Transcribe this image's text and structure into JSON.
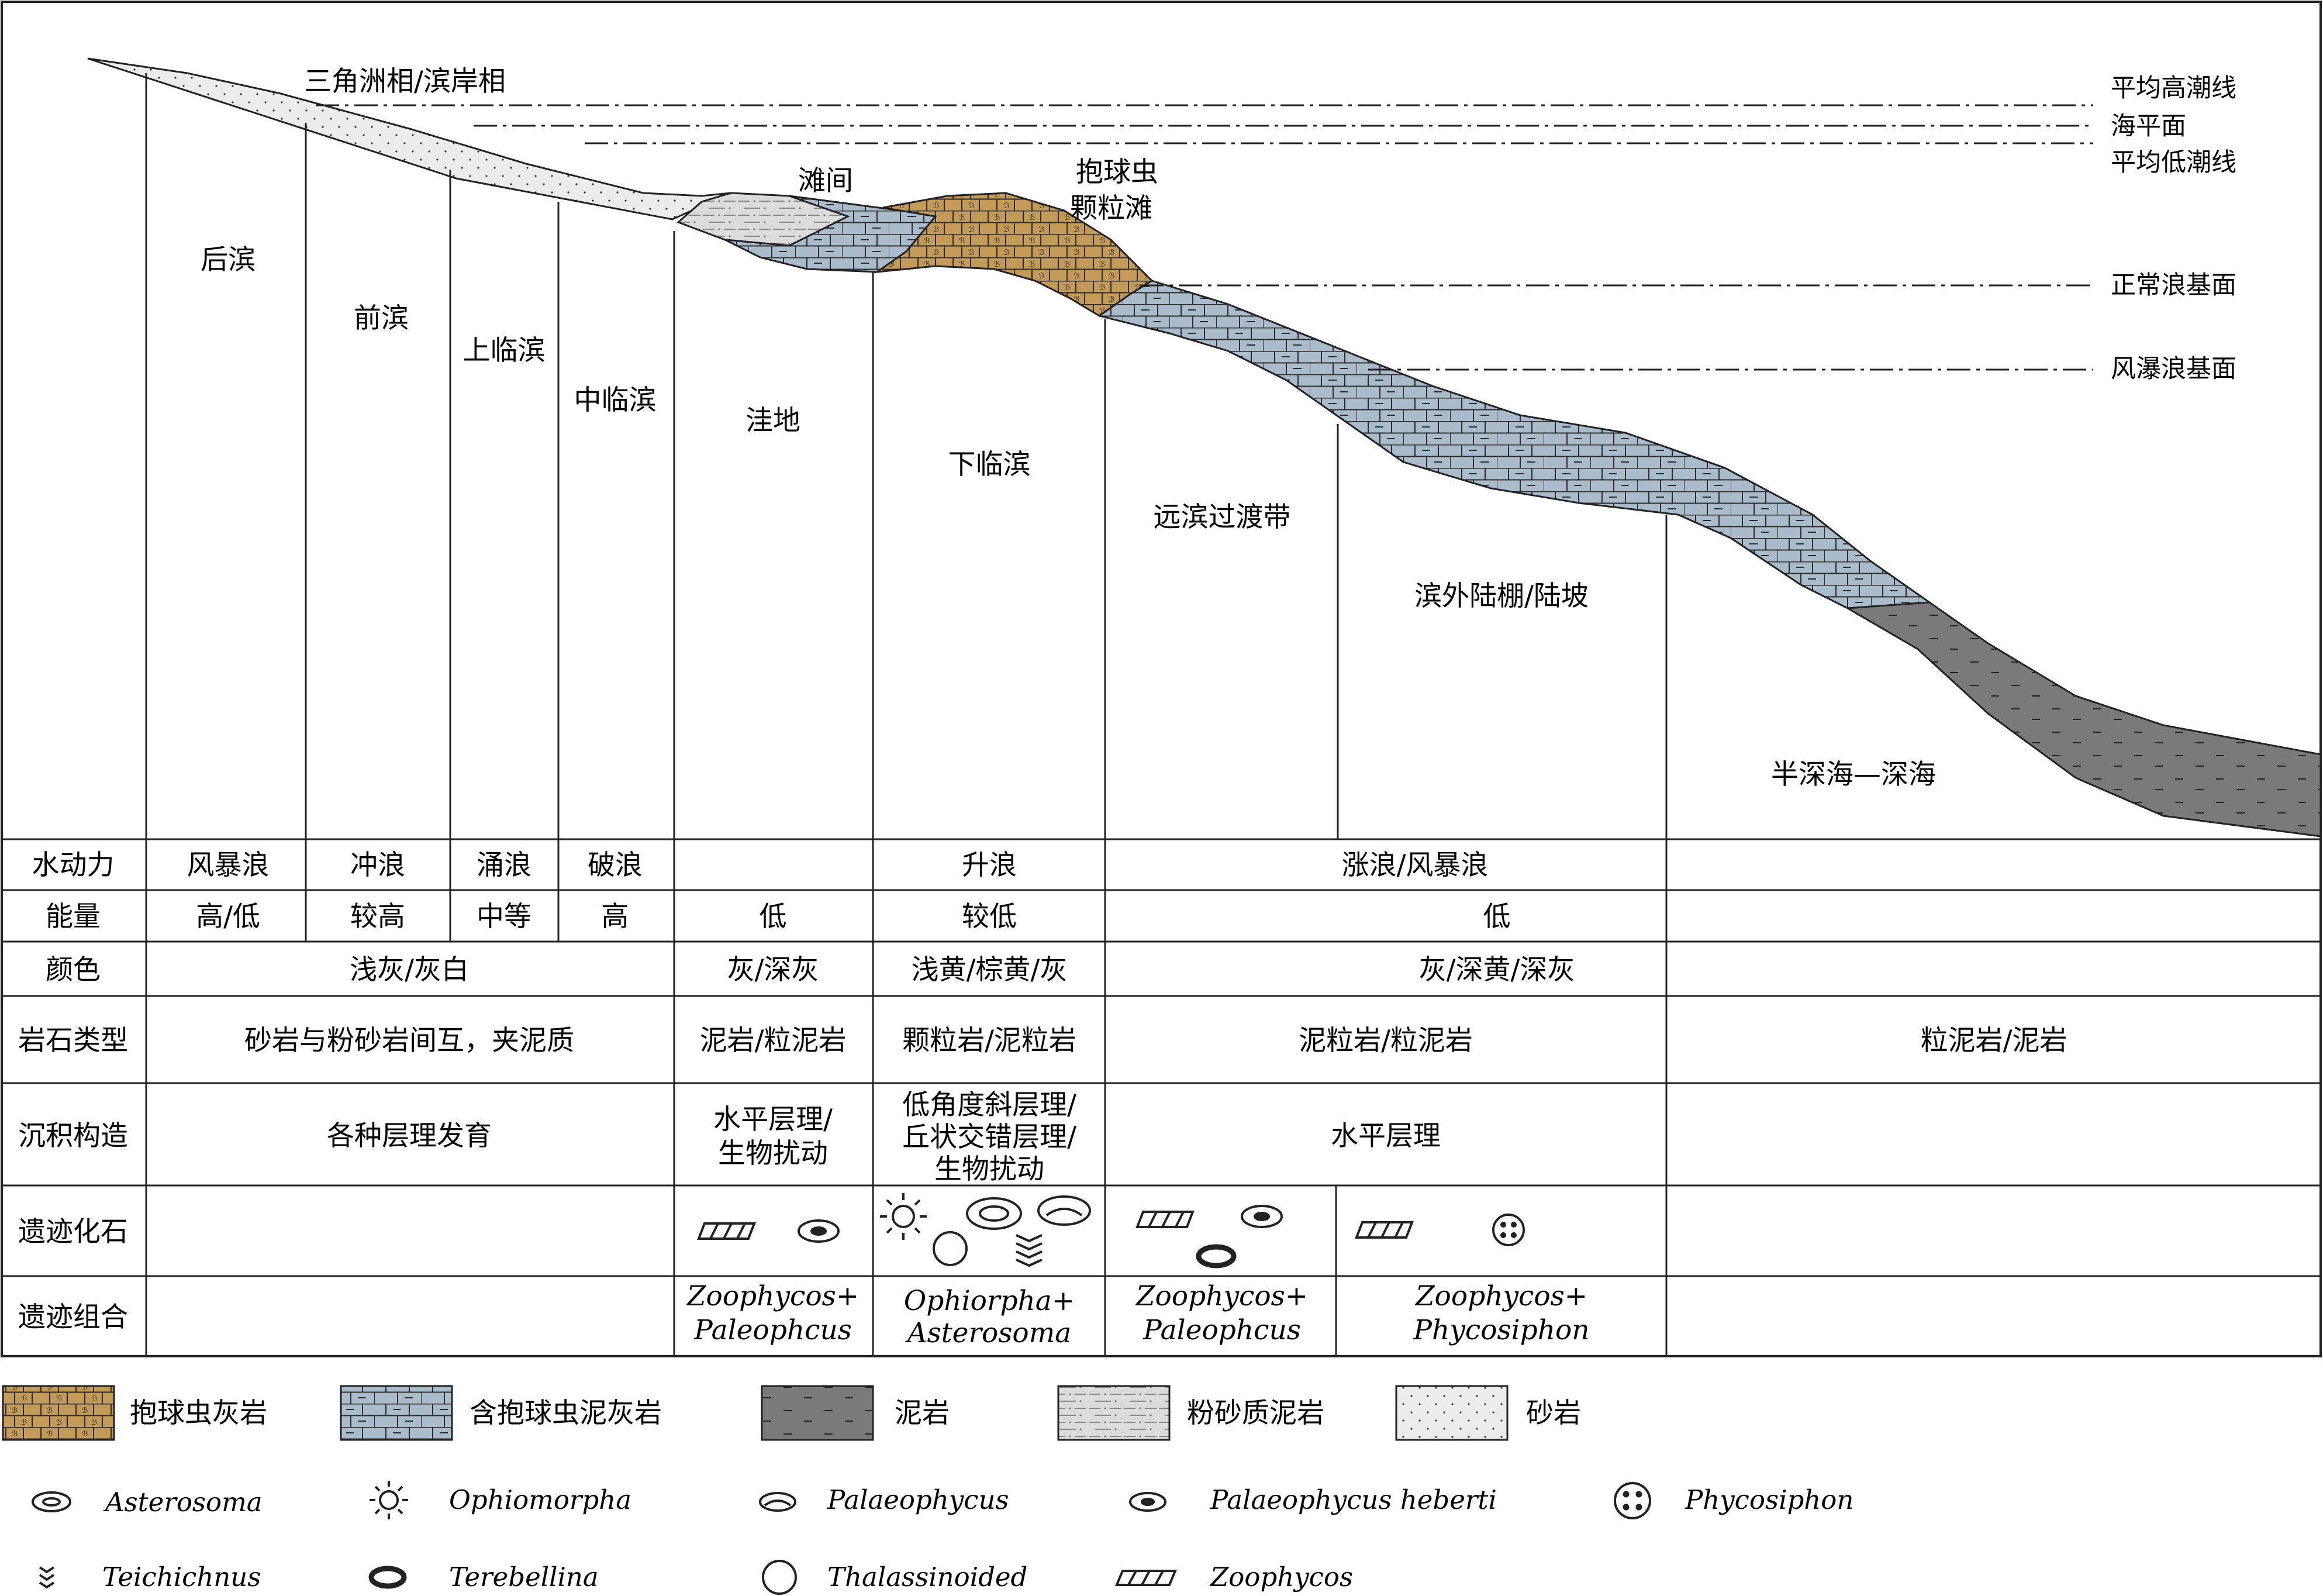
{
  "profile": {
    "facies_label": "三角洲相/滨岸相",
    "shoal_label_1": "滩间",
    "shoal_label_2a": "抱球虫",
    "shoal_label_2b": "颗粒滩",
    "reference_lines": [
      "平均高潮线",
      "海平面",
      "平均低潮线",
      "正常浪基面",
      "风瀑浪基面"
    ],
    "zones": [
      "后滨",
      "前滨",
      "上临滨",
      "中临滨",
      "洼地",
      "下临滨",
      "远滨过渡带",
      "滨外陆棚/陆坡",
      "半深海—深海"
    ]
  },
  "table": {
    "rows": [
      "水动力",
      "能量",
      "颜色",
      "岩石类型",
      "沉积构造",
      "遗迹化石",
      "遗迹组合"
    ],
    "hydro": [
      "风暴浪",
      "冲浪",
      "涌浪",
      "破浪",
      "升浪",
      "涨浪/风暴浪"
    ],
    "energy": [
      "高/低",
      "较高",
      "中等",
      "高",
      "低",
      "较低",
      "低"
    ],
    "color": [
      "浅灰/灰白",
      "灰/深灰",
      "浅黄/棕黄/灰",
      "灰/深黄/深灰"
    ],
    "rock": [
      "砂岩与粉砂岩间互，夹泥质",
      "泥岩/粒泥岩",
      "颗粒岩/泥粒岩",
      "泥粒岩/粒泥岩",
      "粒泥岩/泥岩"
    ],
    "struct_a": "各种层理发育",
    "struct_b": [
      "水平层理/",
      "生物扰动"
    ],
    "struct_c": [
      "低角度斜层理/",
      "丘状交错层理/",
      "生物扰动"
    ],
    "struct_d": "水平层理",
    "assemblages": [
      [
        "Zoophycos+",
        "Paleophcus"
      ],
      [
        "Ophiorpha+",
        "Asterosoma"
      ],
      [
        "Zoophycos+",
        "Paleophcus"
      ],
      [
        "Zoophycos+",
        "Phycosiphon"
      ]
    ]
  },
  "legend": {
    "lithology": [
      "抱球虫灰岩",
      "含抱球虫泥灰岩",
      "泥岩",
      "粉砂质泥岩",
      "砂岩"
    ],
    "traces": [
      "Asterosoma",
      "Ophiomorpha",
      "Palaeophycus",
      "Palaeophycus heberti",
      "Phycosiphon",
      "Teichichnus",
      "Terebellina",
      "Thalassinoided",
      "Zoophycos"
    ]
  },
  "colors": {
    "limestone": "#c49a58",
    "marl": "#a9bccb",
    "mudstone": "#7a7a7a",
    "silty": "#dcdcdc",
    "sand": "#ececec",
    "ink": "#1c1c1c"
  }
}
